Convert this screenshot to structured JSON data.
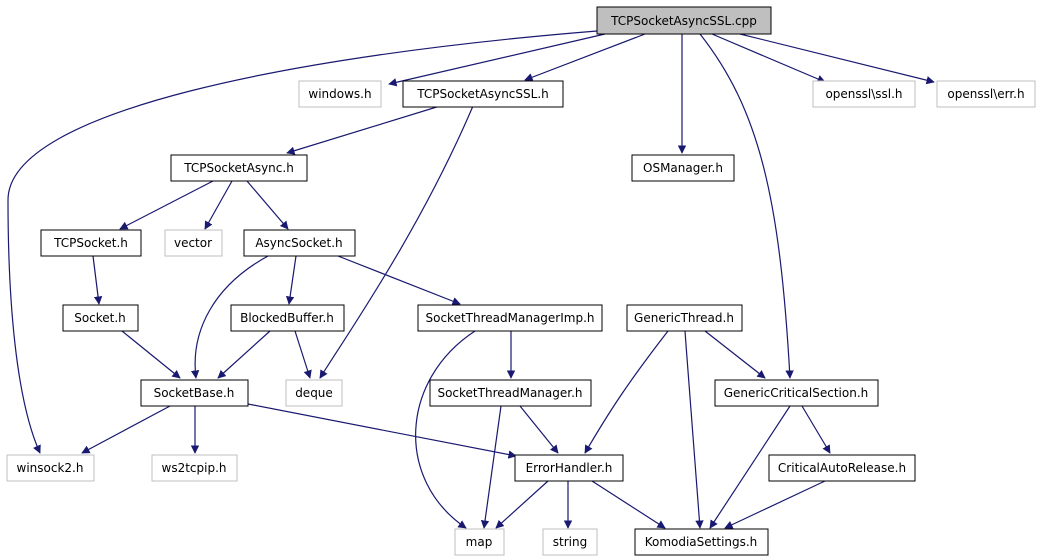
{
  "colors": {
    "edge": "#191970",
    "root_fill": "#bfbfbf",
    "external_border": "#bfbfbf",
    "primary_border": "#000000"
  },
  "nodes": {
    "tcpsocketasyncssl_cpp": "TCPSocketAsyncSSL.cpp",
    "windows_h": "windows.h",
    "tcpsocketasyncssl_h": "TCPSocketAsyncSSL.h",
    "openssl_ssl_h": "openssl\\ssl.h",
    "openssl_err_h": "openssl\\err.h",
    "tcpsocketasync_h": "TCPSocketAsync.h",
    "osmanager_h": "OSManager.h",
    "tcpsocket_h": "TCPSocket.h",
    "vector": "vector",
    "asyncsocket_h": "AsyncSocket.h",
    "socket_h": "Socket.h",
    "blockedbuffer_h": "BlockedBuffer.h",
    "socketthreadmanagerimp_h": "SocketThreadManagerImp.h",
    "genericthread_h": "GenericThread.h",
    "socketbase_h": "SocketBase.h",
    "deque": "deque",
    "socketthreadmanager_h": "SocketThreadManager.h",
    "genericcriticalsection_h": "GenericCriticalSection.h",
    "winsock2_h": "winsock2.h",
    "ws2tcpip_h": "ws2tcpip.h",
    "errorhandler_h": "ErrorHandler.h",
    "criticalautorelease_h": "CriticalAutoRelease.h",
    "map": "map",
    "string": "string",
    "komodiasettings_h": "KomodiaSettings.h"
  }
}
